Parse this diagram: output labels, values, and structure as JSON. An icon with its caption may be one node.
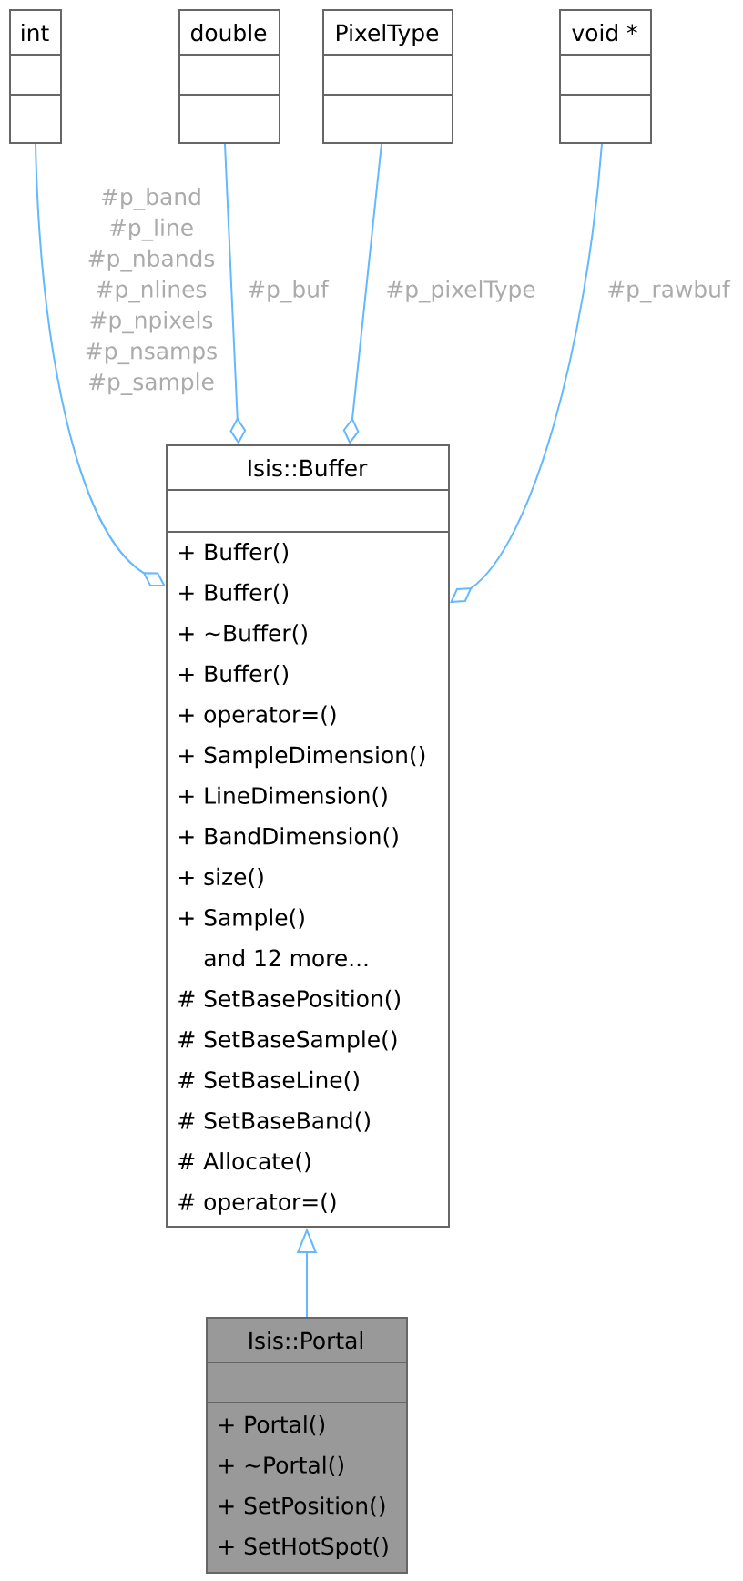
{
  "diagram": {
    "nodes": [
      {
        "text": [
          "int"
        ]
      },
      {
        "text": [
          "double"
        ]
      },
      {
        "text": [
          "PixelType"
        ]
      },
      {
        "text": [
          "void *"
        ]
      },
      {
        "text": [
          "Isis::Buffer",
          "+ Buffer()",
          "+ Buffer()",
          "+ ~Buffer()",
          "+ Buffer()",
          "+ operator=()",
          "+ SampleDimension()",
          "+ LineDimension()",
          "+ BandDimension()",
          "+ size()",
          "+ Sample()",
          "and 12 more...",
          "# SetBasePosition()",
          "# SetBaseSample()",
          "# SetBaseLine()",
          "# SetBaseBand()",
          "# Allocate()",
          "# operator=()"
        ]
      },
      {
        "text": [
          "Isis::Portal",
          "+ Portal()",
          "+ ~Portal()",
          "+ SetPosition()",
          "+ SetHotSpot()"
        ]
      }
    ],
    "edges": [
      {
        "from": 0,
        "to": 4,
        "arrow": "other",
        "label": "#p_band #p_line #p_nbands #p_nlines #p_npixels #p_nsamps #p_sample"
      },
      {
        "from": 1,
        "to": 4,
        "arrow": "other",
        "label": "#p_buf"
      },
      {
        "from": 2,
        "to": 4,
        "arrow": "other",
        "label": "#p_pixelType"
      },
      {
        "from": 3,
        "to": 4,
        "arrow": "other",
        "label": "#p_rawbuf"
      },
      {
        "from": 5,
        "to": 4,
        "arrow": "to"
      }
    ]
  }
}
